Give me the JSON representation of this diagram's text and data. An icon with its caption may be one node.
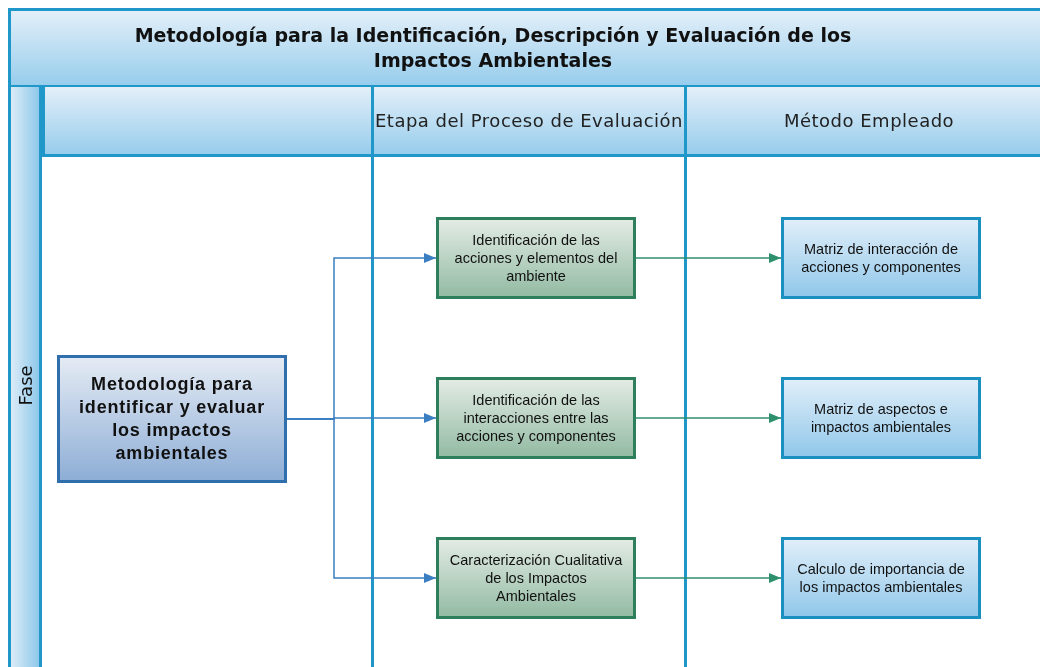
{
  "diagram": {
    "title": "Metodología para la Identificación, Descripción y Evaluación de los Impactos Ambientales",
    "nodes": [
      {
        "text": [
          "Etapa del Proceso de Evaluación"
        ]
      },
      {
        "text": [
          "Método Empleado"
        ]
      },
      {
        "text": [
          "Fase"
        ]
      },
      {
        "text": [
          "Metodología para identificar y evaluar los impactos ambientales"
        ]
      },
      {
        "text": [
          "Identificación de las acciones y elementos del ambiente"
        ]
      },
      {
        "text": [
          "Identificación de las interacciones entre las acciones y componentes"
        ]
      },
      {
        "text": [
          "Caracterización Cualitativa de los Impactos Ambientales"
        ]
      },
      {
        "text": [
          "Matriz de interacción de acciones y componentes"
        ]
      },
      {
        "text": [
          "Matriz de aspectos e impactos ambientales"
        ]
      },
      {
        "text": [
          "Calculo de importancia de los impactos ambientales"
        ]
      }
    ],
    "edges": [
      {
        "from": 3,
        "to": 4,
        "arrow": "to",
        "color": "#3a7fc1"
      },
      {
        "from": 3,
        "to": 5,
        "arrow": "to",
        "color": "#3a7fc1"
      },
      {
        "from": 3,
        "to": 6,
        "arrow": "to",
        "color": "#3a7fc1"
      },
      {
        "from": 4,
        "to": 7,
        "arrow": "to",
        "color": "#2e8f6c"
      },
      {
        "from": 5,
        "to": 8,
        "arrow": "to",
        "color": "#2e8f6c"
      },
      {
        "from": 6,
        "to": 9,
        "arrow": "to",
        "color": "#2e8f6c"
      }
    ]
  }
}
